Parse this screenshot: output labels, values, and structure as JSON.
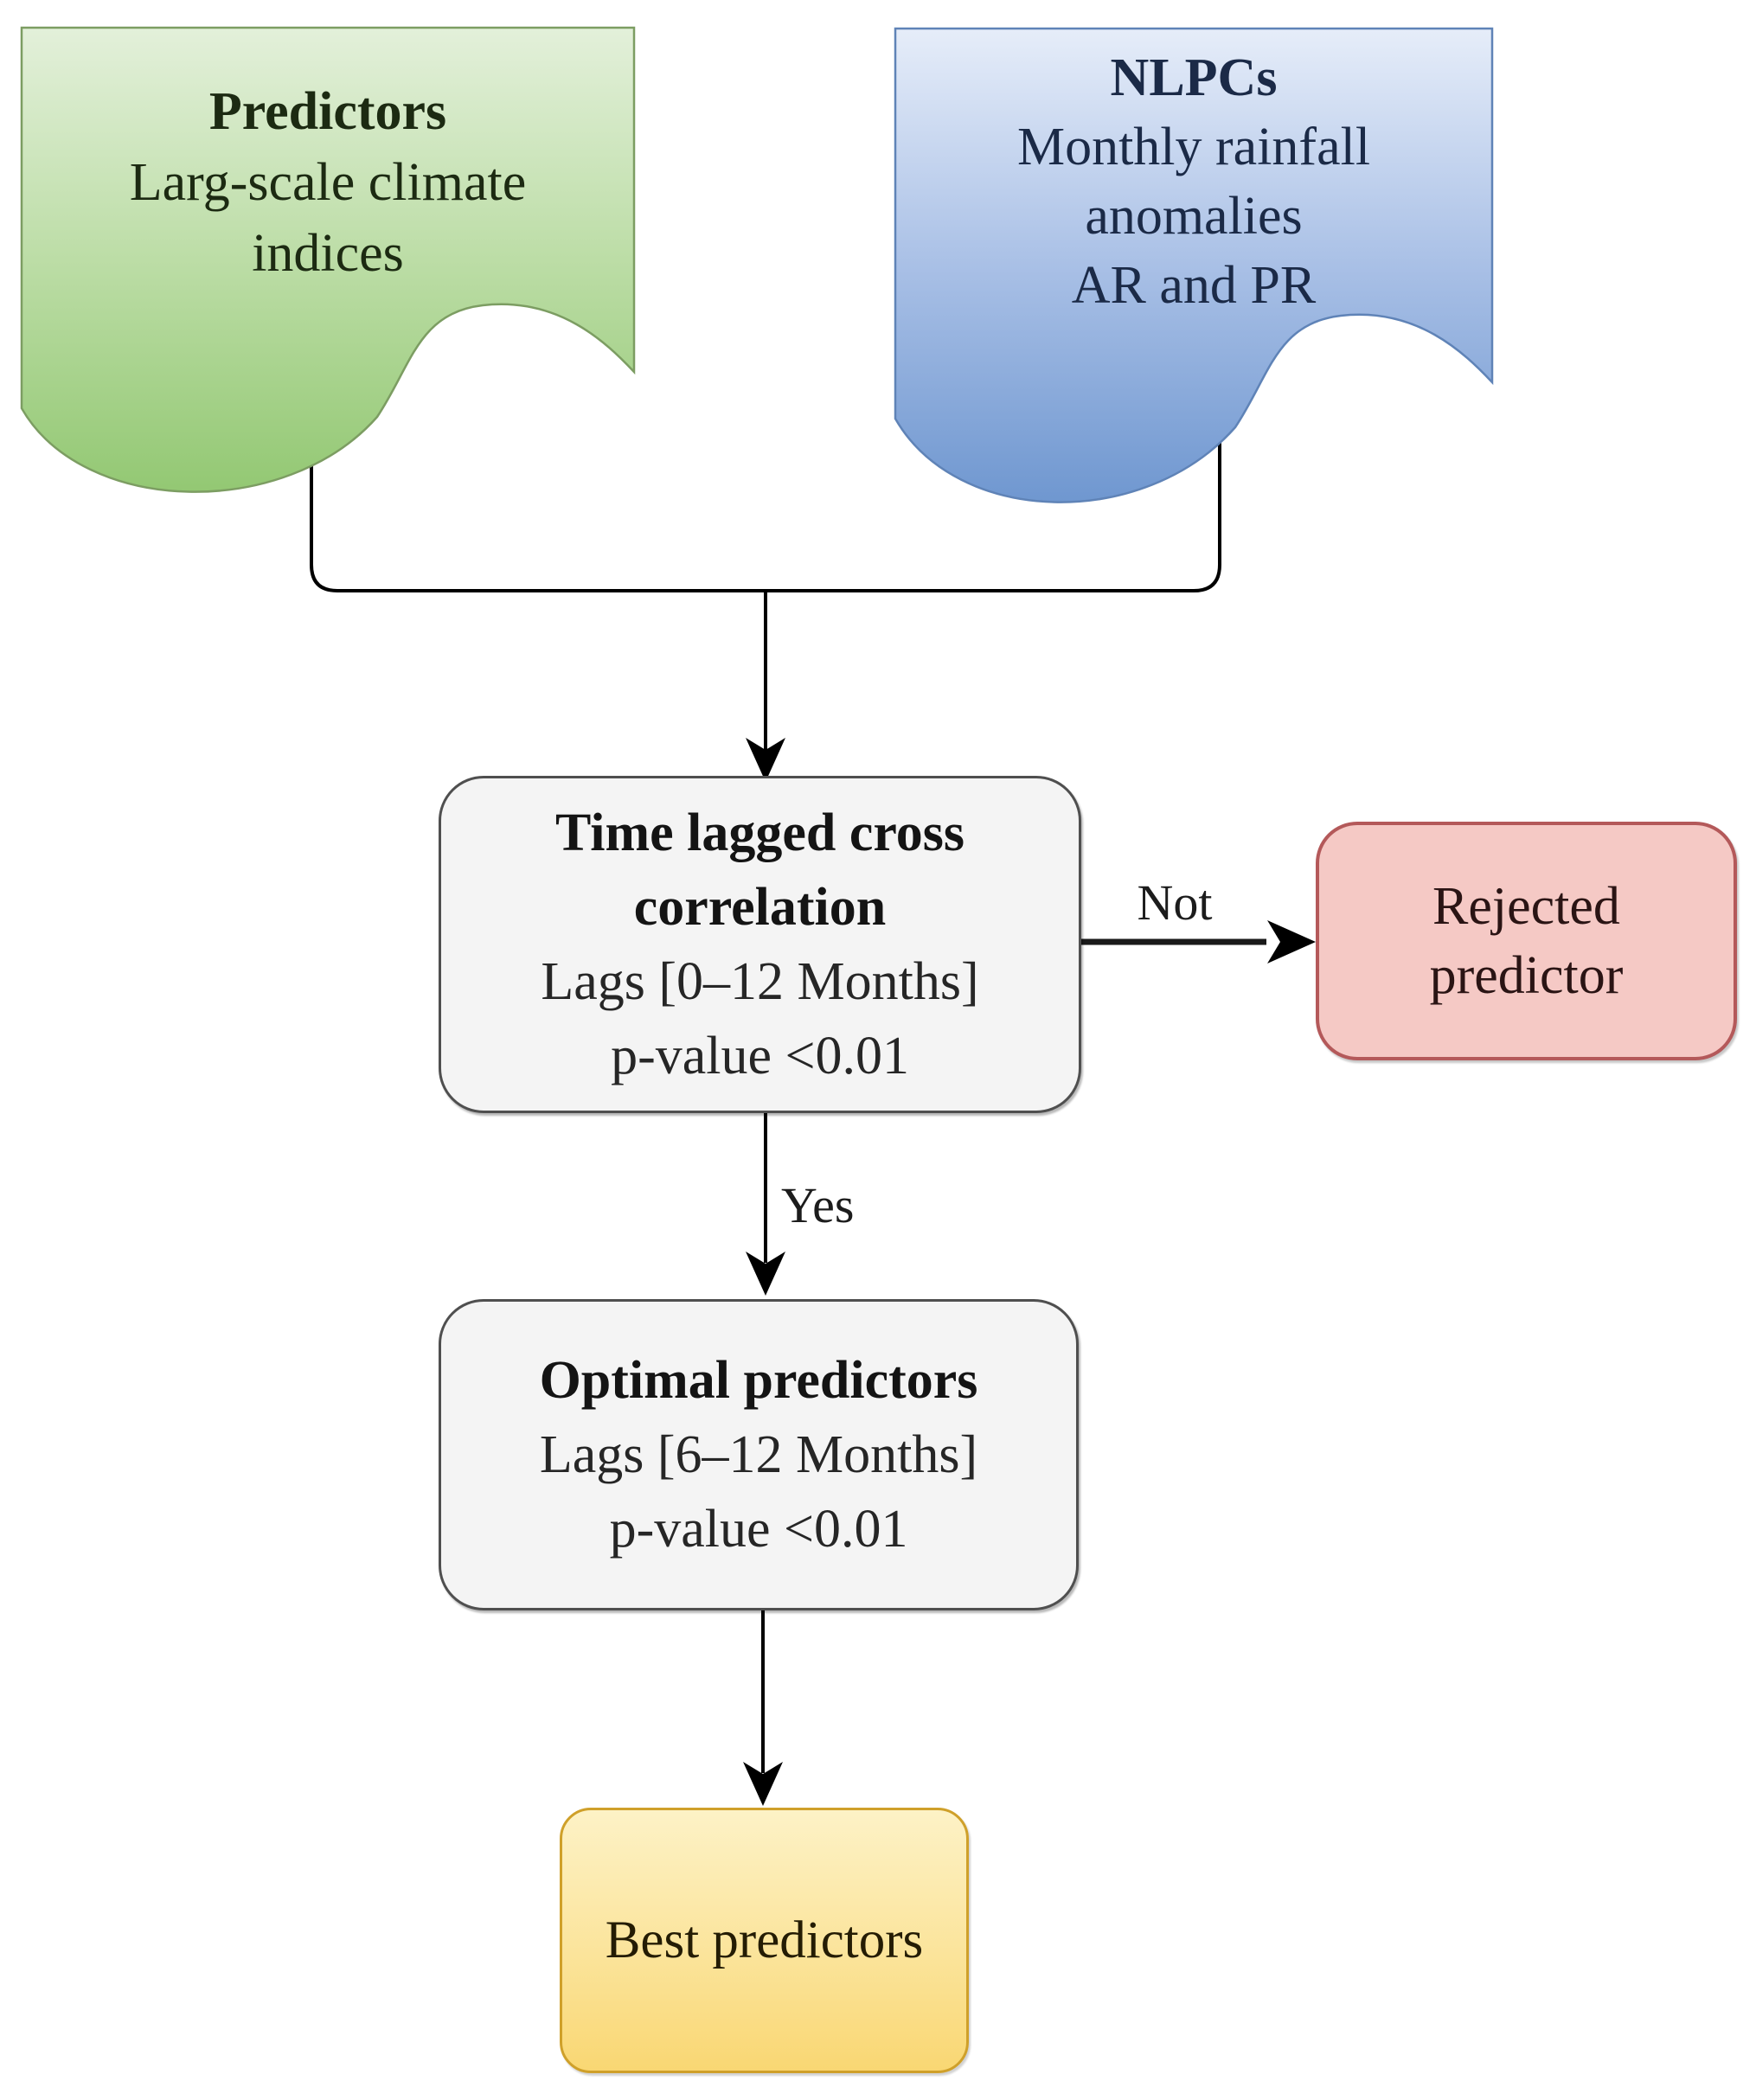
{
  "figure": {
    "type": "flowchart",
    "background": "#ffffff",
    "line_color": "#000000"
  },
  "nodes": {
    "predictors": {
      "shape": "document",
      "title": "Predictors",
      "line1": "Larg-scale climate",
      "line2": "indices",
      "fill_top": "#e0eed6",
      "fill_bottom": "#93c873",
      "border": "#7c9d62"
    },
    "nlpcs": {
      "shape": "document",
      "title": "NLPCs",
      "line1": "Monthly rainfall",
      "line2": "anomalies",
      "line3": "AR and PR",
      "fill_top": "#e4ecf8",
      "fill_bottom": "#6f97d0",
      "border": "#5f83b7"
    },
    "time_lagged": {
      "shape": "rounded-rectangle",
      "line1": "Time lagged cross",
      "line2": "correlation",
      "line3": "Lags [0–12 Months]",
      "line4": "p-value <0.01",
      "fill": "#f4f4f4",
      "border": "#4f4f4f"
    },
    "rejected": {
      "shape": "rounded-rectangle",
      "line1": "Rejected",
      "line2": "predictor",
      "fill": "#f5c9c5",
      "border": "#b4595a"
    },
    "optimal": {
      "shape": "rounded-rectangle",
      "line1": "Optimal predictors",
      "line2": "Lags [6–12 Months]",
      "line3": "p-value <0.01",
      "fill": "#f4f4f4",
      "border": "#4f4f4f"
    },
    "best": {
      "shape": "rounded-rectangle",
      "label": "Best predictors",
      "fill_top": "#fdf2c6",
      "fill_bottom": "#f9d773",
      "border": "#cfa02a"
    }
  },
  "edges": {
    "not_label": "Not",
    "yes_label": "Yes"
  }
}
